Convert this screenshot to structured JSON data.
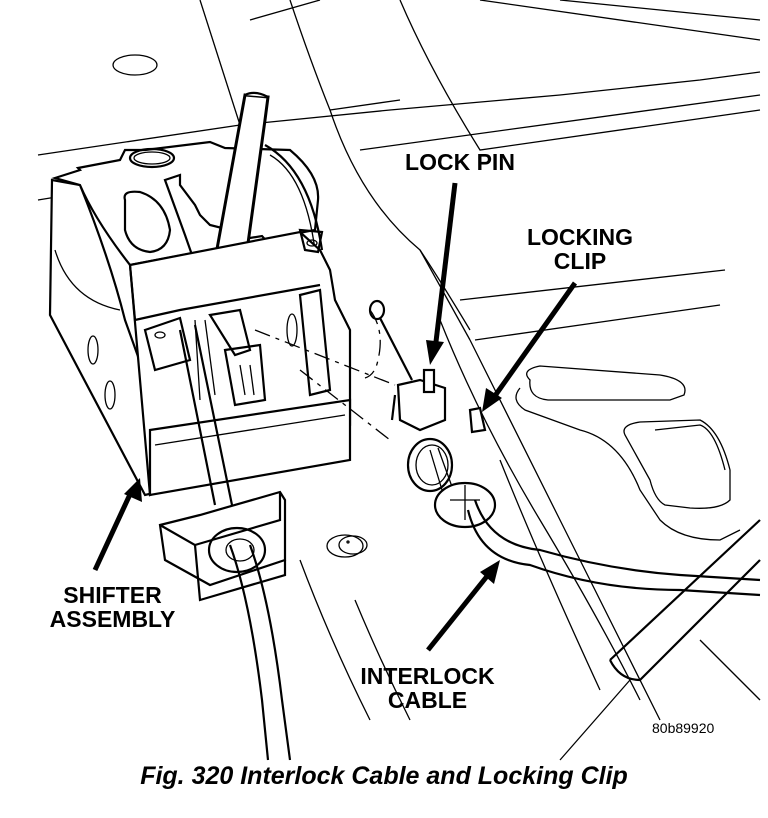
{
  "figure": {
    "caption": "Fig. 320 Interlock Cable and Locking Clip",
    "image_code": "80b89920",
    "callouts": {
      "lock_pin": "LOCK PIN",
      "locking_clip_line1": "LOCKING",
      "locking_clip_line2": "CLIP",
      "shifter_line1": "SHIFTER",
      "shifter_line2": "ASSEMBLY",
      "interlock_line1": "INTERLOCK",
      "interlock_line2": "CABLE"
    }
  }
}
